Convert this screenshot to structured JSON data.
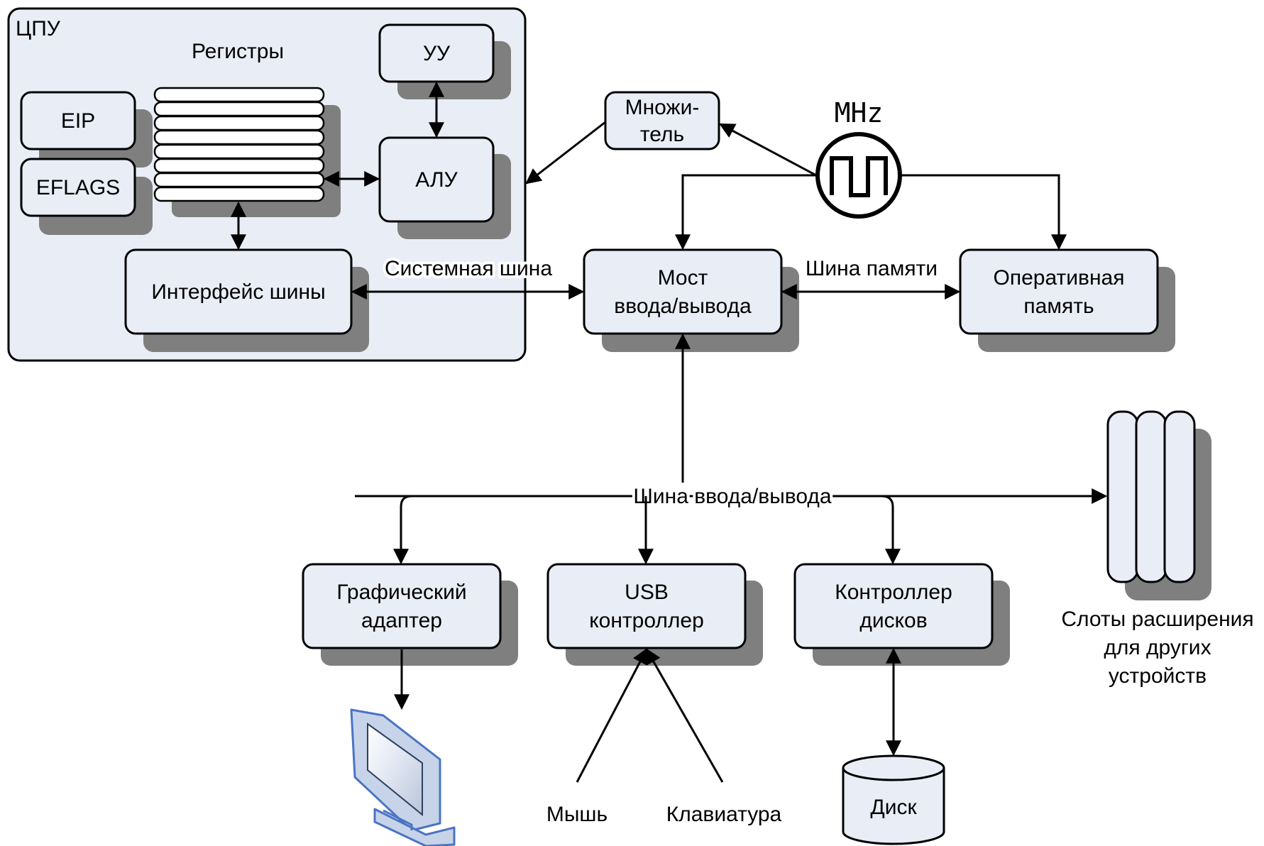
{
  "cpu": {
    "title": "ЦПУ",
    "registers_label": "Регистры",
    "eip": "EIP",
    "eflags": "EFLAGS",
    "cu": "УУ",
    "alu": "АЛУ",
    "bus_interface": "Интерфейс шины"
  },
  "multiplier": [
    "Множи-",
    "тель"
  ],
  "clock_label": "MHz",
  "system_bus_label": "Системная шина",
  "bridge": [
    "Мост",
    "ввода/вывода"
  ],
  "memory_bus_label": "Шина памяти",
  "ram": [
    "Оперативная",
    "память"
  ],
  "io_bus_label": "Шина ввода/вывода",
  "graphics": [
    "Графический",
    "адаптер"
  ],
  "usb": [
    "USB",
    "контроллер"
  ],
  "disk_controller": [
    "Контроллер",
    "дисков"
  ],
  "expansion_slots": [
    "Слоты расширения",
    "для других",
    "устройств"
  ],
  "mouse": "Мышь",
  "keyboard": "Клавиатура",
  "disk": "Диск",
  "colors": {
    "box_fill": "#e9edf6",
    "shadow": "#7f7f7f",
    "monitor_blue": "#4a74c4"
  }
}
